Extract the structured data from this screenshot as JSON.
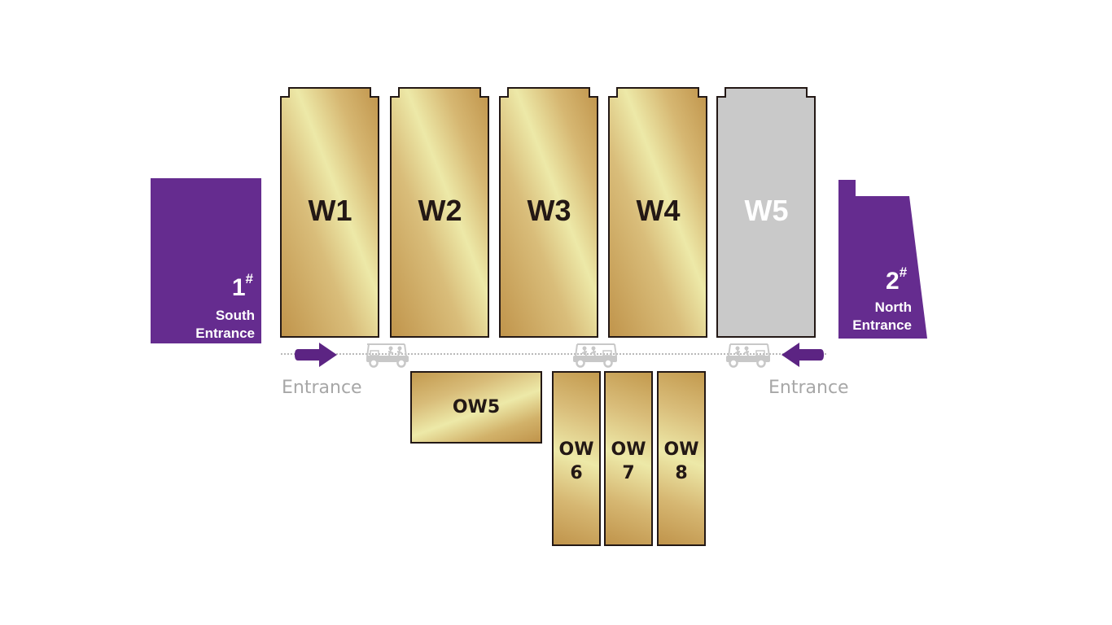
{
  "map": {
    "title": "Exhibition Hall Floor Plan",
    "colors": {
      "hall_outline": "#231815",
      "gold_dark": "#c0944b",
      "gold_light": "#ede9a8",
      "unavailable_fill": "#c9c9c9",
      "entrance_purple": "#652c8f",
      "caption_gray": "#a7a7a7",
      "cart_gray": "#c8c8c8"
    },
    "halls": [
      {
        "id": "W1",
        "label": "W1",
        "status": "available"
      },
      {
        "id": "W2",
        "label": "W2",
        "status": "available"
      },
      {
        "id": "W3",
        "label": "W3",
        "status": "available"
      },
      {
        "id": "W4",
        "label": "W4",
        "status": "available"
      },
      {
        "id": "W5",
        "label": "W5",
        "status": "unavailable"
      }
    ],
    "outdoor_halls": [
      {
        "id": "OW5",
        "line1": "OW5",
        "line2": ""
      },
      {
        "id": "OW6",
        "line1": "OW",
        "line2": "6"
      },
      {
        "id": "OW7",
        "line1": "OW",
        "line2": "7"
      },
      {
        "id": "OW8",
        "line1": "OW",
        "line2": "8"
      }
    ],
    "entrances": {
      "south": {
        "number": "1",
        "mark": "#",
        "line1": "South",
        "line2": "Entrance"
      },
      "north": {
        "number": "2",
        "mark": "#",
        "line1": "North",
        "line2": "Entrance"
      }
    },
    "arrows": {
      "left_caption": "Entrance",
      "right_caption": "Entrance",
      "left_icon": "arrow-right-icon",
      "right_icon": "arrow-left-icon"
    },
    "carts": [
      {
        "icon": "golf-cart-icon",
        "facing": "right"
      },
      {
        "icon": "golf-cart-icon",
        "facing": "left"
      },
      {
        "icon": "golf-cart-icon",
        "facing": "left"
      }
    ]
  }
}
